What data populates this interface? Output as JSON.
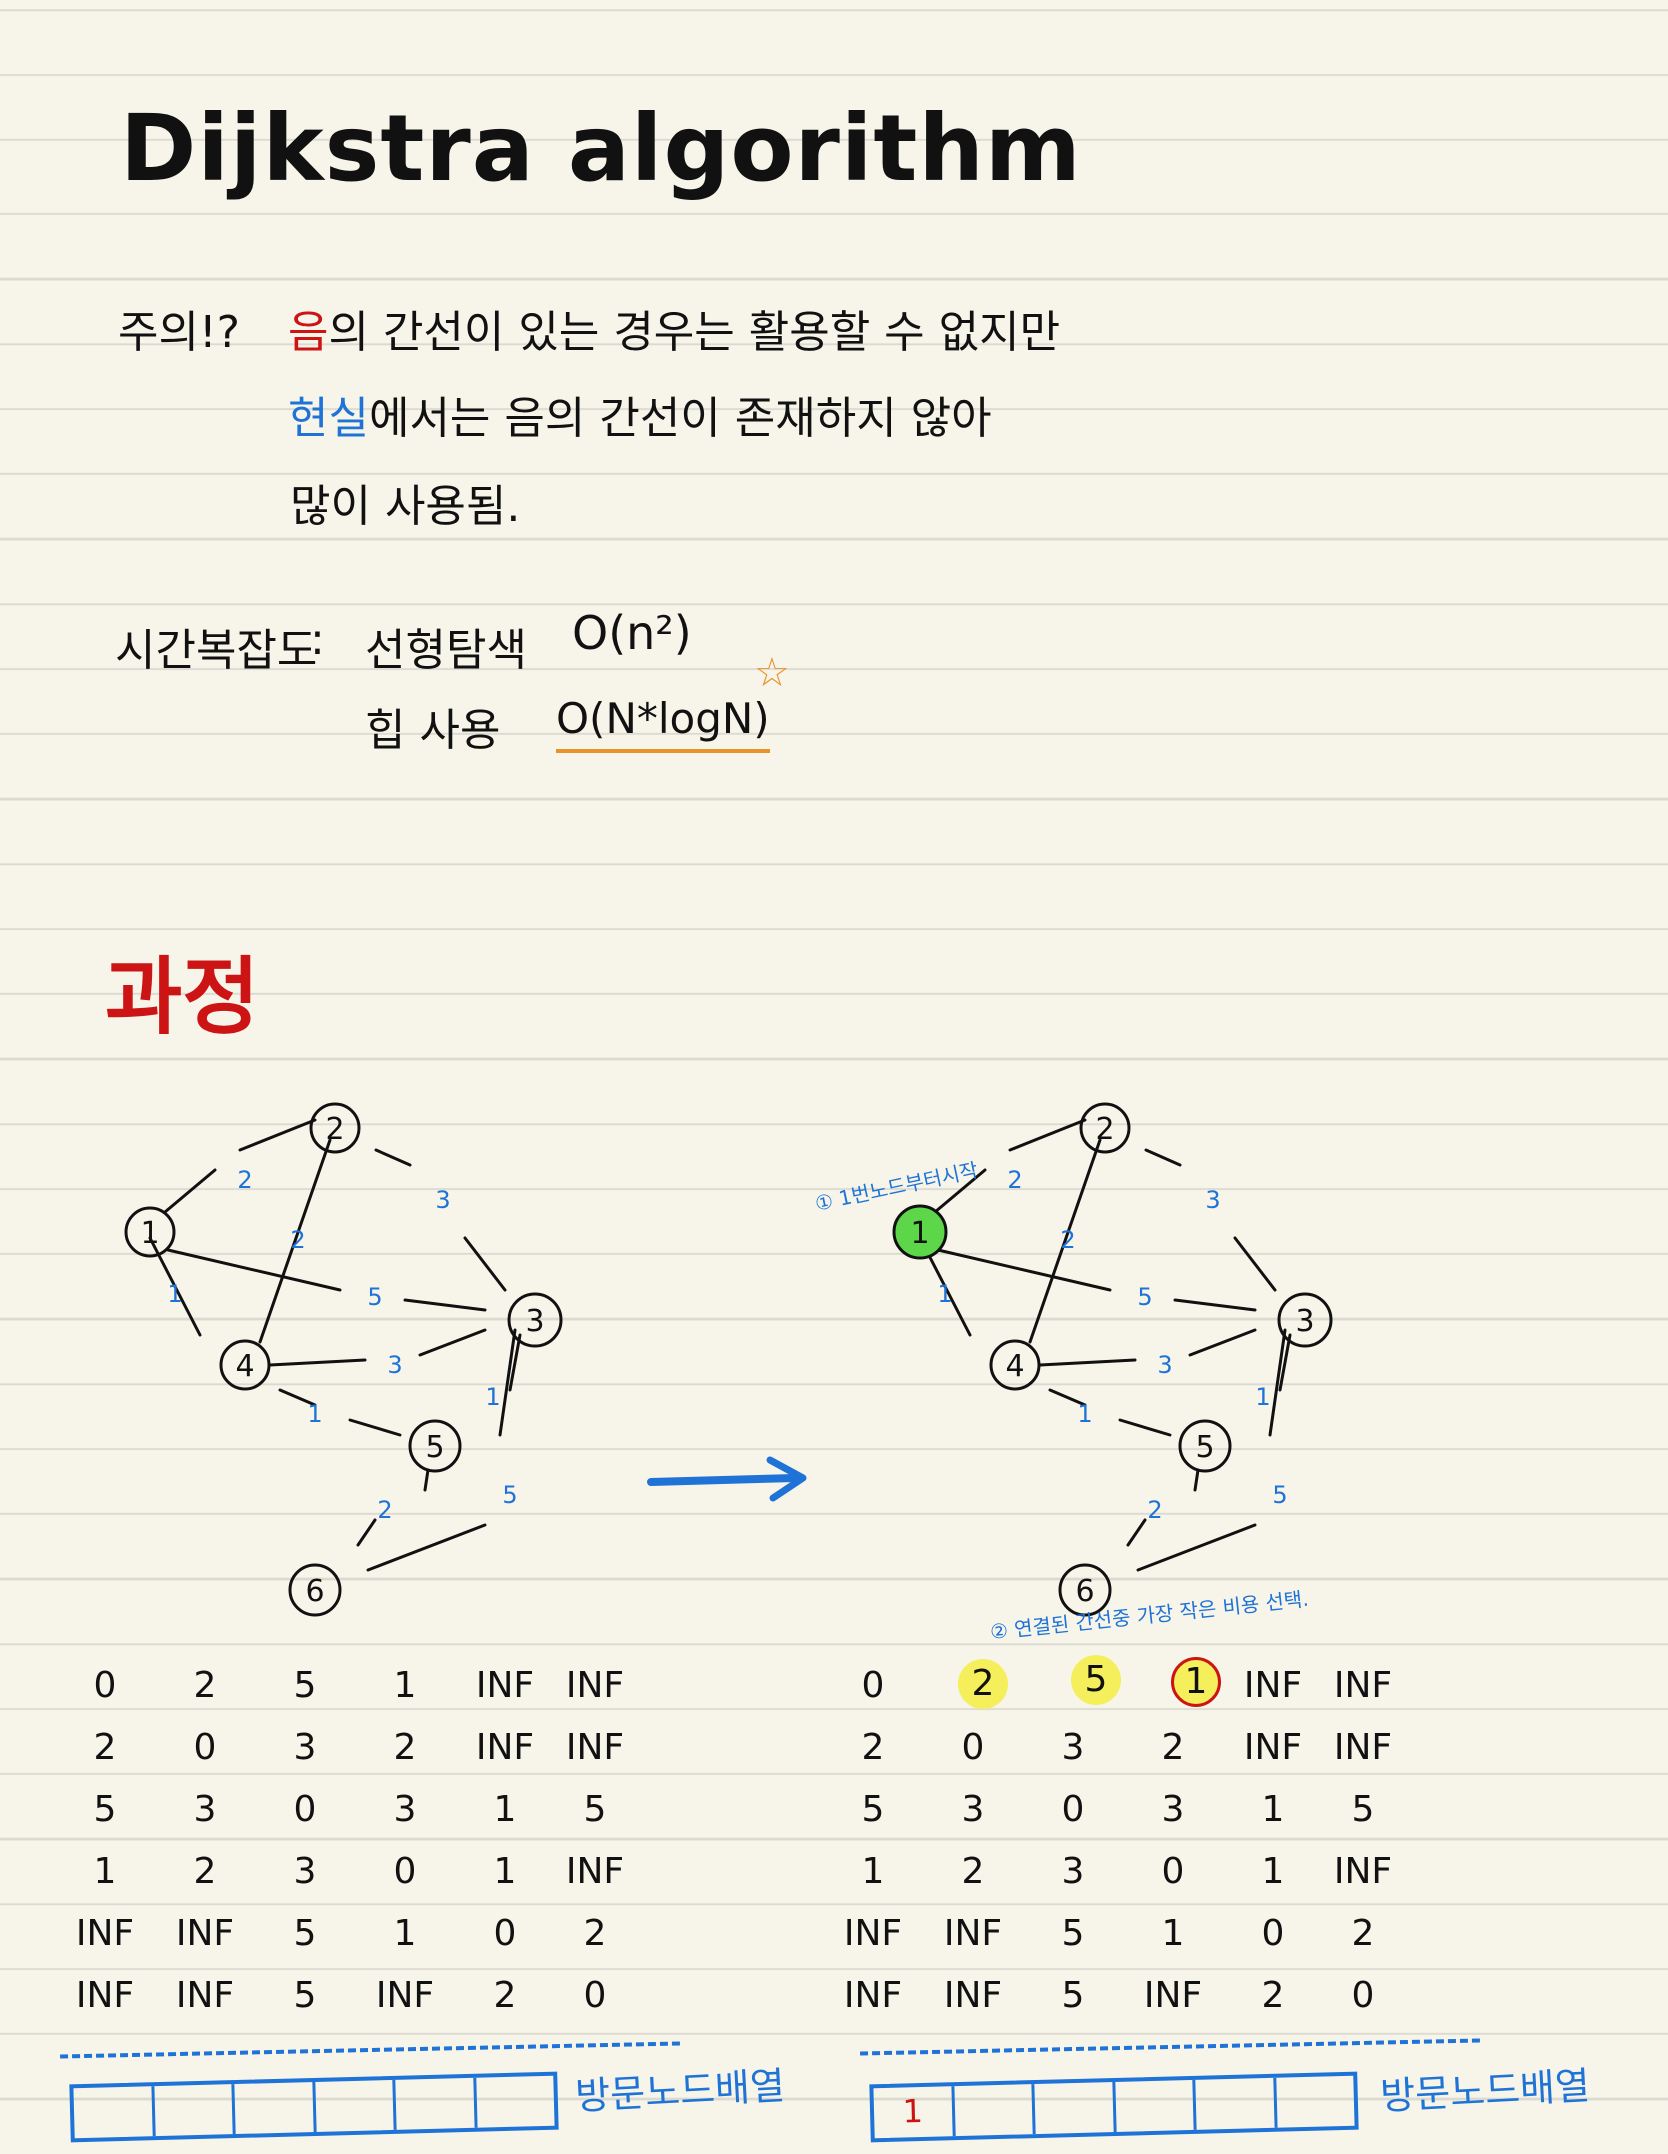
{
  "title": "Dijkstra algorithm",
  "note": {
    "label": "주의!?",
    "line1_red": "음",
    "line1_rest": "의 간선이 있는 경우는 활용할 수 없지만",
    "line2_blue": "현실",
    "line2_rest": "에서는 음의 간선이 존재하지 않아",
    "line3": "많이 사용됨."
  },
  "time_complexity": {
    "label": "시간복잡도",
    "colon": ":",
    "row1_method": "선형탐색",
    "row1_value": "O(n²)",
    "row2_method": "힙 사용",
    "row2_value": "O(N*logN)",
    "star": "☆"
  },
  "process_heading": "과정",
  "graph": {
    "nodes": [
      "1",
      "2",
      "3",
      "4",
      "5",
      "6"
    ],
    "edge_weights": [
      "2",
      "2",
      "3",
      "5",
      "1",
      "3",
      "1",
      "1",
      "2",
      "5"
    ]
  },
  "annotations": {
    "start": "① 1번노드부터시작",
    "select": "② 연결된 간선중 가장 작은 비용 선택."
  },
  "matrix": {
    "rows": [
      [
        "0",
        "2",
        "5",
        "1",
        "INF",
        "INF"
      ],
      [
        "2",
        "0",
        "3",
        "2",
        "INF",
        "INF"
      ],
      [
        "5",
        "3",
        "0",
        "3",
        "1",
        "5"
      ],
      [
        "1",
        "2",
        "3",
        "0",
        "1",
        "INF"
      ],
      [
        "INF",
        "INF",
        "5",
        "1",
        "0",
        "2"
      ],
      [
        "INF",
        "INF",
        "5",
        "INF",
        "2",
        "0"
      ]
    ]
  },
  "visited_label": "방문노드배열",
  "visited_right_first": "1",
  "colors": {
    "red": "#cc1414",
    "blue": "#1f73d6",
    "green": "#5ed64a",
    "yellow": "#f4ef5a",
    "orange": "#e8922a"
  }
}
